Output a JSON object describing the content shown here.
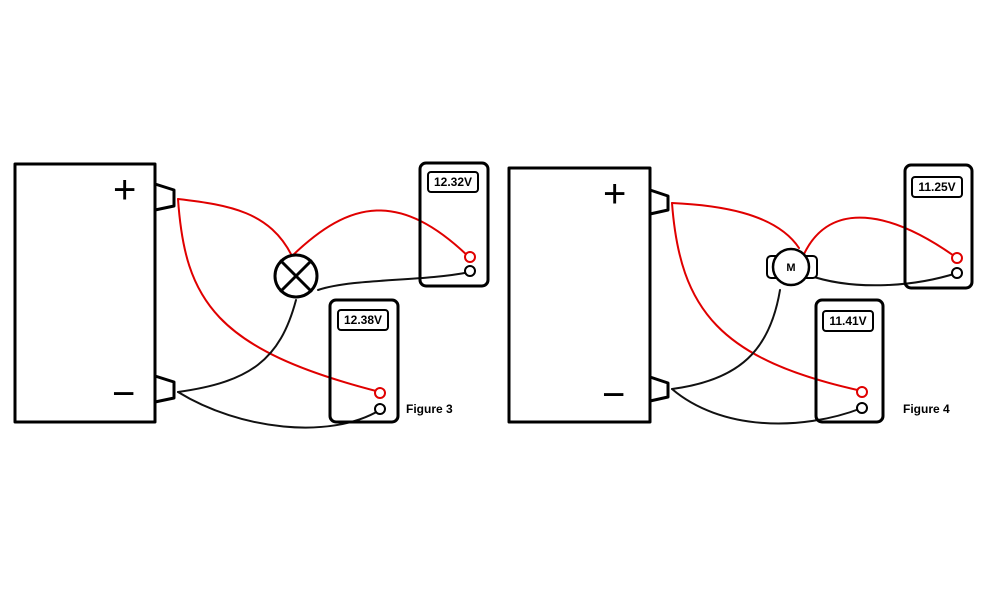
{
  "colors": {
    "positive_wire": "#e00000",
    "negative_wire": "#111111",
    "outline": "#000000"
  },
  "figures": [
    {
      "caption": "Figure 3",
      "battery": {
        "positive_sign": "+",
        "negative_sign": "−"
      },
      "load": {
        "type": "lamp",
        "icon": "lamp-cross-icon"
      },
      "meter_top": {
        "reading": "12.32V"
      },
      "meter_bottom": {
        "reading": "12.38V"
      }
    },
    {
      "caption": "Figure 4",
      "battery": {
        "positive_sign": "+",
        "negative_sign": "−"
      },
      "load": {
        "type": "motor",
        "label": "M",
        "icon": "motor-icon"
      },
      "meter_top": {
        "reading": "11.25V"
      },
      "meter_bottom": {
        "reading": "11.41V"
      }
    }
  ]
}
